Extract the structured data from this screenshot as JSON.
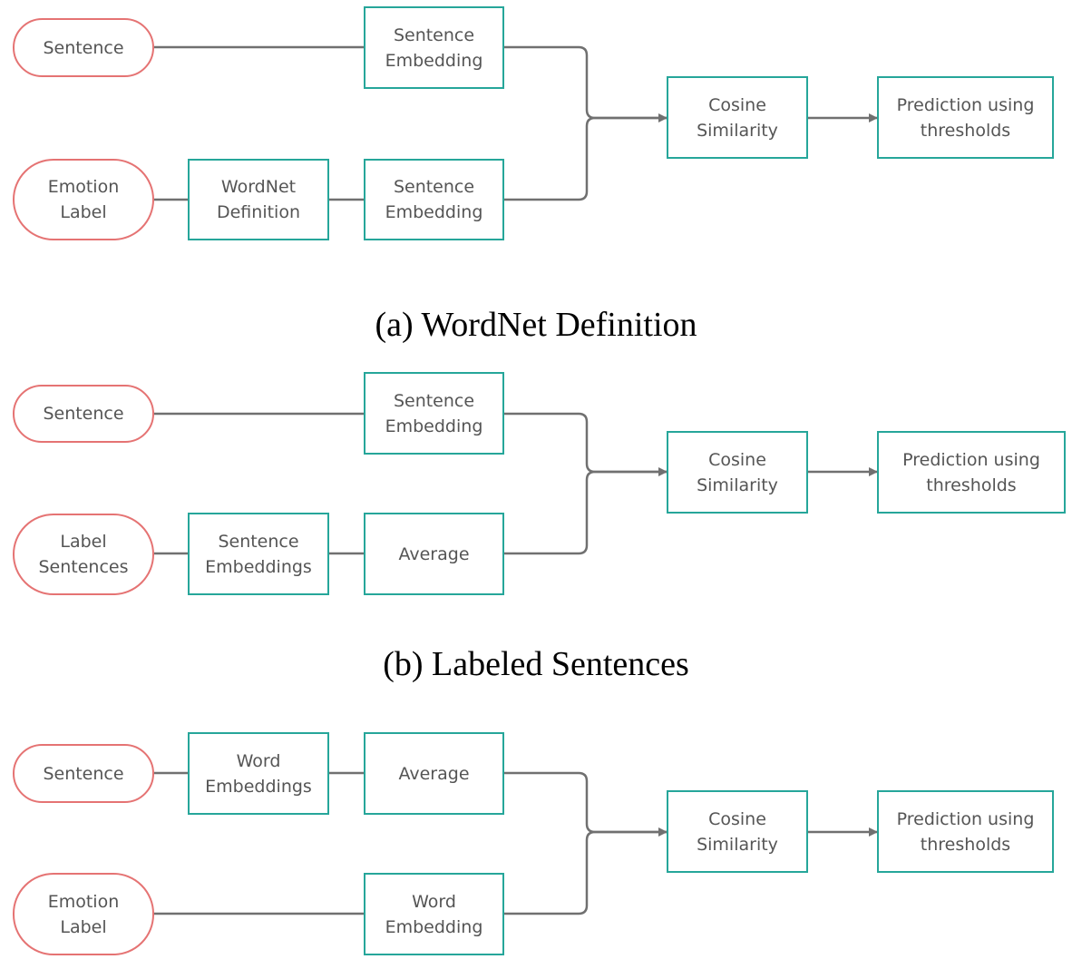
{
  "panel_a": {
    "caption": "(a) WordNet Definition",
    "sentence": "Sentence",
    "emb_top": "Sentence\nEmbedding",
    "emotion": "Emotion\nLabel",
    "wordnet": "WordNet\nDefinition",
    "emb_bottom": "Sentence\nEmbedding",
    "cosine": "Cosine\nSimilarity",
    "prediction": "Prediction using\nthresholds"
  },
  "panel_b": {
    "caption": "(b) Labeled Sentences",
    "sentence": "Sentence",
    "emb_top": "Sentence\nEmbedding",
    "label_sent": "Label\nSentences",
    "sent_embs": "Sentence\nEmbeddings",
    "average": "Average",
    "cosine": "Cosine\nSimilarity",
    "prediction": "Prediction using\nthresholds"
  },
  "panel_c": {
    "sentence": "Sentence",
    "word_embs": "Word\nEmbeddings",
    "average": "Average",
    "emotion": "Emotion\nLabel",
    "word_emb": "Word\nEmbedding",
    "cosine": "Cosine\nSimilarity",
    "prediction": "Prediction using\nthresholds"
  },
  "colors": {
    "input_border": "#e57373",
    "process_border": "#26a69a",
    "connector": "#707070",
    "text": "#555555"
  }
}
